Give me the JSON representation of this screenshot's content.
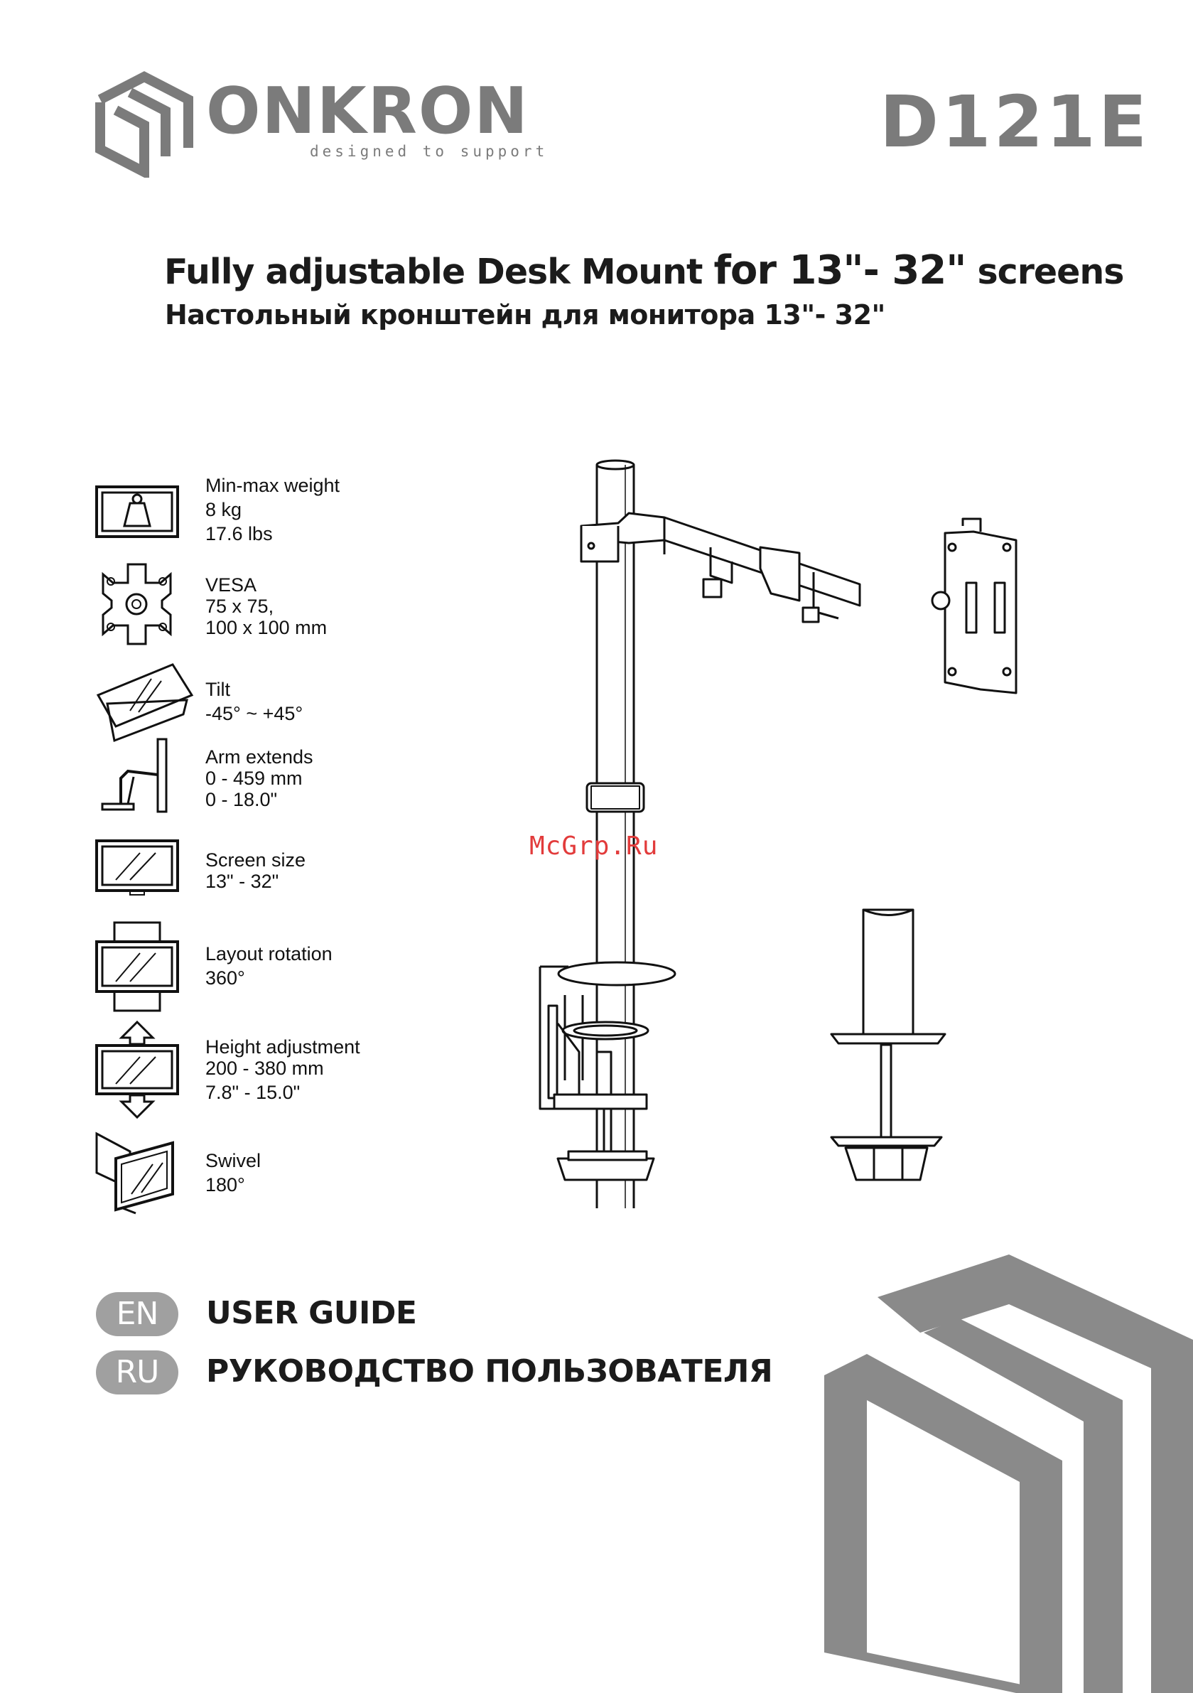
{
  "brand": {
    "name": "ONKRON",
    "tagline": "designed to support"
  },
  "model": "D121E",
  "title": {
    "en_main": "Fully adjustable Desk Mount",
    "en_for": "for 13\"- 32\"",
    "en_tail": "screens",
    "ru": "Настольный кронштейн для монитора 13\"- 32\""
  },
  "specs": [
    {
      "icon": "weight-icon",
      "label": "Min-max weight",
      "values": [
        "8 kg",
        "17.6 lbs"
      ]
    },
    {
      "icon": "vesa-icon",
      "label": "VESA",
      "values": [
        "75 x 75,",
        "100 x 100 mm"
      ]
    },
    {
      "icon": "tilt-icon",
      "label": "Tilt",
      "values": [
        "-45° ~ +45°"
      ]
    },
    {
      "icon": "arm-extends-icon",
      "label": "Arm extends",
      "values": [
        "0 - 459 mm",
        "0 - 18.0\""
      ]
    },
    {
      "icon": "screen-size-icon",
      "label": "Screen size",
      "values": [
        "13\" - 32\""
      ]
    },
    {
      "icon": "layout-rotation-icon",
      "label": "Layout rotation",
      "values": [
        "360°"
      ]
    },
    {
      "icon": "height-adjustment-icon",
      "label": "Height adjustment",
      "values": [
        "200 - 380 mm",
        "7.8\" - 15.0\""
      ]
    },
    {
      "icon": "swivel-icon",
      "label": "Swivel",
      "values": [
        "180°"
      ]
    }
  ],
  "watermark": "McGrp.Ru",
  "guides": [
    {
      "lang": "EN",
      "text": "USER GUIDE"
    },
    {
      "lang": "RU",
      "text": "РУКОВОДСТВО ПОЛЬЗОВАТЕЛЯ"
    }
  ],
  "colors": {
    "brand_gray": "#7b7b7b",
    "badge_gray": "#a0a0a0",
    "mark_gray": "#8a8a8a",
    "watermark_red": "#e23b3b",
    "text_dark": "#1b1b1b"
  }
}
